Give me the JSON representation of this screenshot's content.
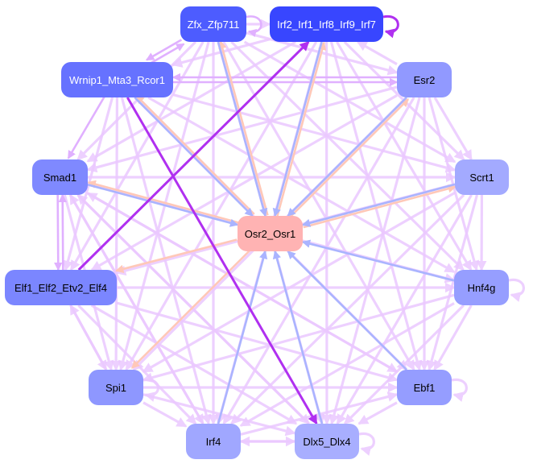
{
  "nodes": [
    {
      "id": "zfx",
      "label": "Zfx_Zfp711",
      "color": "#4d5cff",
      "text": "#ffffff"
    },
    {
      "id": "irf2",
      "label": "Irf2_Irf1_Irf8_Irf9_Irf7",
      "color": "#3846ff",
      "text": "#ffffff"
    },
    {
      "id": "wrnip1",
      "label": "Wrnip1_Mta3_Rcor1",
      "color": "#6672ff",
      "text": "#ffffff"
    },
    {
      "id": "esr2",
      "label": "Esr2",
      "color": "#9199ff",
      "text": "#000000"
    },
    {
      "id": "smad1",
      "label": "Smad1",
      "color": "#7f89ff",
      "text": "#000000"
    },
    {
      "id": "scrt1",
      "label": "Scrt1",
      "color": "#a3aaff",
      "text": "#000000"
    },
    {
      "id": "osr2",
      "label": "Osr2_Osr1",
      "color": "#ffb3b3",
      "text": "#000000"
    },
    {
      "id": "elf1",
      "label": "Elf1_Elf2_Etv2_Elf4",
      "color": "#7b86ff",
      "text": "#000000"
    },
    {
      "id": "hnf4g",
      "label": "Hnf4g",
      "color": "#969eff",
      "text": "#000000"
    },
    {
      "id": "spi1",
      "label": "Spi1",
      "color": "#8e97ff",
      "text": "#000000"
    },
    {
      "id": "ebf1",
      "label": "Ebf1",
      "color": "#959dff",
      "text": "#000000"
    },
    {
      "id": "irf4",
      "label": "Irf4",
      "color": "#a0a7ff",
      "text": "#000000"
    },
    {
      "id": "dlx5",
      "label": "Dlx5_Dlx4",
      "color": "#a8aeff",
      "text": "#000000"
    }
  ],
  "edge_colors": {
    "light": "#ebc8ff",
    "mid": "#e0b0ff",
    "strong": "#b030f0",
    "blue": "#aab4ff",
    "salmon": "#ffc8b8"
  },
  "edges": [
    [
      "wrnip1",
      "osr2",
      "blue"
    ],
    [
      "osr2",
      "wrnip1",
      "salmon"
    ],
    [
      "zfx",
      "osr2",
      "blue"
    ],
    [
      "osr2",
      "zfx",
      "salmon"
    ],
    [
      "irf2",
      "osr2",
      "blue"
    ],
    [
      "osr2",
      "irf2",
      "salmon"
    ],
    [
      "esr2",
      "osr2",
      "blue"
    ],
    [
      "osr2",
      "esr2",
      "salmon"
    ],
    [
      "scrt1",
      "osr2",
      "blue"
    ],
    [
      "osr2",
      "scrt1",
      "salmon"
    ],
    [
      "smad1",
      "osr2",
      "blue"
    ],
    [
      "osr2",
      "smad1",
      "salmon"
    ],
    [
      "hnf4g",
      "osr2",
      "blue"
    ],
    [
      "osr2",
      "elf1",
      "salmon"
    ],
    [
      "osr2",
      "spi1",
      "salmon"
    ],
    [
      "irf4",
      "osr2",
      "blue"
    ],
    [
      "dlx5",
      "osr2",
      "blue"
    ],
    [
      "ebf1",
      "osr2",
      "blue"
    ],
    [
      "wrnip1",
      "dlx5",
      "strong"
    ],
    [
      "elf1",
      "irf2",
      "strong"
    ],
    [
      "irf2",
      "irf2",
      "strong"
    ],
    [
      "zfx",
      "zfx",
      "mid"
    ],
    [
      "hnf4g",
      "hnf4g",
      "light"
    ],
    [
      "ebf1",
      "ebf1",
      "light"
    ],
    [
      "spi1",
      "spi1",
      "light"
    ],
    [
      "dlx5",
      "dlx5",
      "light"
    ],
    [
      "zfx",
      "wrnip1",
      "mid"
    ],
    [
      "wrnip1",
      "zfx",
      "mid"
    ],
    [
      "wrnip1",
      "esr2",
      "mid"
    ],
    [
      "esr2",
      "wrnip1",
      "mid"
    ],
    [
      "zfx",
      "irf2",
      "light"
    ],
    [
      "wrnip1",
      "smad1",
      "mid"
    ],
    [
      "smad1",
      "elf1",
      "mid"
    ],
    [
      "elf1",
      "smad1",
      "mid"
    ],
    [
      "elf1",
      "spi1",
      "light"
    ],
    [
      "spi1",
      "elf1",
      "light"
    ],
    [
      "spi1",
      "irf4",
      "light"
    ],
    [
      "irf4",
      "dlx5",
      "light"
    ],
    [
      "dlx5",
      "irf4",
      "light"
    ],
    [
      "ebf1",
      "dlx5",
      "light"
    ],
    [
      "esr2",
      "scrt1",
      "light"
    ],
    [
      "scrt1",
      "hnf4g",
      "light"
    ],
    [
      "esr2",
      "irf2",
      "light"
    ],
    [
      "zfx",
      "esr2",
      "light"
    ],
    [
      "zfx",
      "scrt1",
      "light"
    ],
    [
      "zfx",
      "hnf4g",
      "light"
    ],
    [
      "zfx",
      "ebf1",
      "light"
    ],
    [
      "zfx",
      "dlx5",
      "light"
    ],
    [
      "zfx",
      "irf4",
      "light"
    ],
    [
      "zfx",
      "spi1",
      "light"
    ],
    [
      "zfx",
      "elf1",
      "light"
    ],
    [
      "zfx",
      "smad1",
      "light"
    ],
    [
      "irf2",
      "wrnip1",
      "light"
    ],
    [
      "irf2",
      "smad1",
      "light"
    ],
    [
      "irf2",
      "scrt1",
      "light"
    ],
    [
      "irf2",
      "hnf4g",
      "light"
    ],
    [
      "irf2",
      "ebf1",
      "light"
    ],
    [
      "irf2",
      "dlx5",
      "light"
    ],
    [
      "irf2",
      "irf4",
      "light"
    ],
    [
      "irf2",
      "spi1",
      "light"
    ],
    [
      "wrnip1",
      "scrt1",
      "light"
    ],
    [
      "wrnip1",
      "hnf4g",
      "light"
    ],
    [
      "wrnip1",
      "ebf1",
      "light"
    ],
    [
      "wrnip1",
      "irf4",
      "light"
    ],
    [
      "wrnip1",
      "spi1",
      "light"
    ],
    [
      "wrnip1",
      "elf1",
      "light"
    ],
    [
      "esr2",
      "smad1",
      "light"
    ],
    [
      "esr2",
      "elf1",
      "light"
    ],
    [
      "esr2",
      "spi1",
      "light"
    ],
    [
      "esr2",
      "irf4",
      "light"
    ],
    [
      "esr2",
      "dlx5",
      "light"
    ],
    [
      "esr2",
      "ebf1",
      "light"
    ],
    [
      "esr2",
      "hnf4g",
      "light"
    ],
    [
      "smad1",
      "scrt1",
      "light"
    ],
    [
      "smad1",
      "hnf4g",
      "light"
    ],
    [
      "smad1",
      "ebf1",
      "light"
    ],
    [
      "smad1",
      "dlx5",
      "light"
    ],
    [
      "smad1",
      "irf4",
      "light"
    ],
    [
      "smad1",
      "spi1",
      "light"
    ],
    [
      "scrt1",
      "elf1",
      "light"
    ],
    [
      "scrt1",
      "spi1",
      "light"
    ],
    [
      "scrt1",
      "irf4",
      "light"
    ],
    [
      "scrt1",
      "dlx5",
      "light"
    ],
    [
      "scrt1",
      "ebf1",
      "light"
    ],
    [
      "elf1",
      "hnf4g",
      "light"
    ],
    [
      "elf1",
      "ebf1",
      "light"
    ],
    [
      "elf1",
      "dlx5",
      "light"
    ],
    [
      "elf1",
      "irf4",
      "light"
    ],
    [
      "hnf4g",
      "spi1",
      "light"
    ],
    [
      "hnf4g",
      "irf4",
      "light"
    ],
    [
      "hnf4g",
      "dlx5",
      "light"
    ],
    [
      "hnf4g",
      "ebf1",
      "light"
    ],
    [
      "spi1",
      "ebf1",
      "light"
    ],
    [
      "spi1",
      "dlx5",
      "light"
    ],
    [
      "irf4",
      "ebf1",
      "light"
    ],
    [
      "irf4",
      "smad1",
      "light"
    ],
    [
      "dlx5",
      "smad1",
      "light"
    ],
    [
      "ebf1",
      "smad1",
      "light"
    ]
  ]
}
